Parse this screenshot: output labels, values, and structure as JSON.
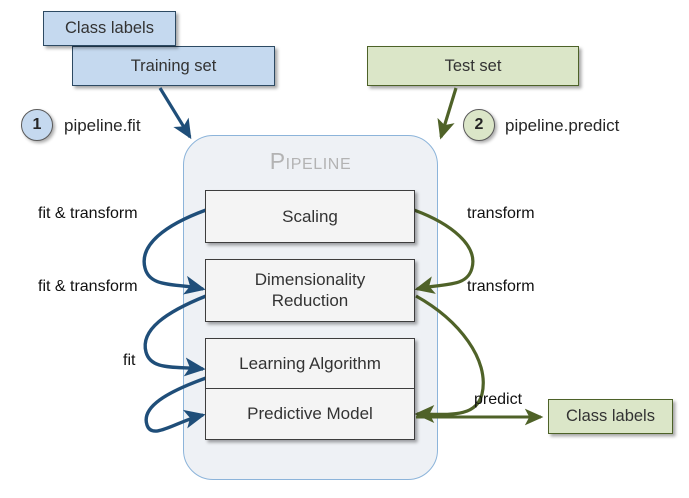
{
  "diagram": {
    "title": "Pipeline",
    "pipeline_label": "Pipeline",
    "colors": {
      "blue_fill": "#c5d9ef",
      "blue_border": "#2d4a63",
      "blue_arrow": "#1f4e79",
      "green_fill": "#dbe6c8",
      "green_border": "#4d6228",
      "green_arrow": "#4f6228",
      "pipeline_fill": "#eef1f5",
      "pipeline_border": "#8cb4da",
      "stage_fill": "#f4f4f4",
      "stage_border": "#3d3d3d",
      "title_text": "#b3b3b3"
    }
  },
  "inputs": {
    "class_labels_top": "Class labels",
    "training_set": "Training set",
    "test_set": "Test set"
  },
  "outputs": {
    "class_labels_out": "Class labels"
  },
  "steps": [
    {
      "number": "1",
      "label": "pipeline.fit"
    },
    {
      "number": "2",
      "label": "pipeline.predict"
    }
  ],
  "stages": [
    {
      "id": "scaling",
      "label": "Scaling"
    },
    {
      "id": "dimred",
      "label_line_1": "Dimensionality",
      "label_line_2": "Reduction"
    },
    {
      "id": "learning",
      "label": "Learning Algorithm"
    },
    {
      "id": "model",
      "label": "Predictive Model"
    }
  ],
  "edge_labels": {
    "fit_transform_1": "fit & transform",
    "fit_transform_2": "fit & transform",
    "fit": "fit",
    "transform_1": "transform",
    "transform_2": "transform",
    "predict": "predict"
  }
}
